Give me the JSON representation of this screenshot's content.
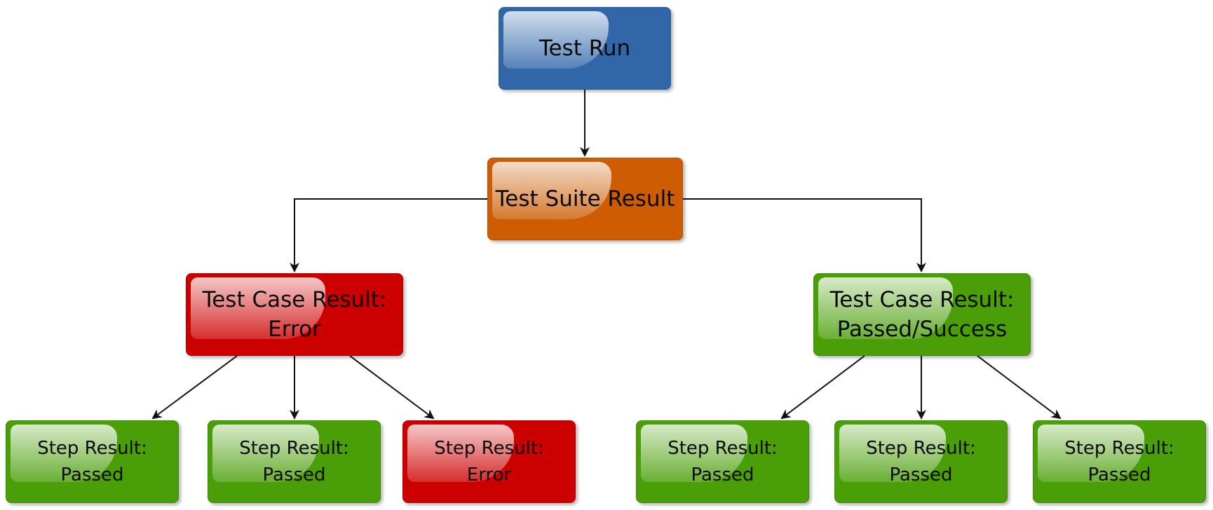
{
  "diagram": {
    "colors": {
      "run": "#3166a9",
      "suite": "#cd5c02",
      "error": "#cd0000",
      "passed": "#4a9e08",
      "edge": "#111111"
    },
    "root": {
      "lines": [
        "Test Run"
      ]
    },
    "suite": {
      "lines": [
        "Test Suite Result"
      ]
    },
    "cases": [
      {
        "lines": [
          "Test Case Result:",
          "Error"
        ]
      },
      {
        "lines": [
          "Test Case Result:",
          "Passed/Success"
        ]
      }
    ],
    "steps": [
      {
        "lines": [
          "Step Result:",
          "Passed"
        ]
      },
      {
        "lines": [
          "Step Result:",
          "Passed"
        ]
      },
      {
        "lines": [
          "Step Result:",
          "Error"
        ]
      },
      {
        "lines": [
          "Step Result:",
          "Passed"
        ]
      },
      {
        "lines": [
          "Step Result:",
          "Passed"
        ]
      },
      {
        "lines": [
          "Step Result:",
          "Passed"
        ]
      }
    ]
  }
}
